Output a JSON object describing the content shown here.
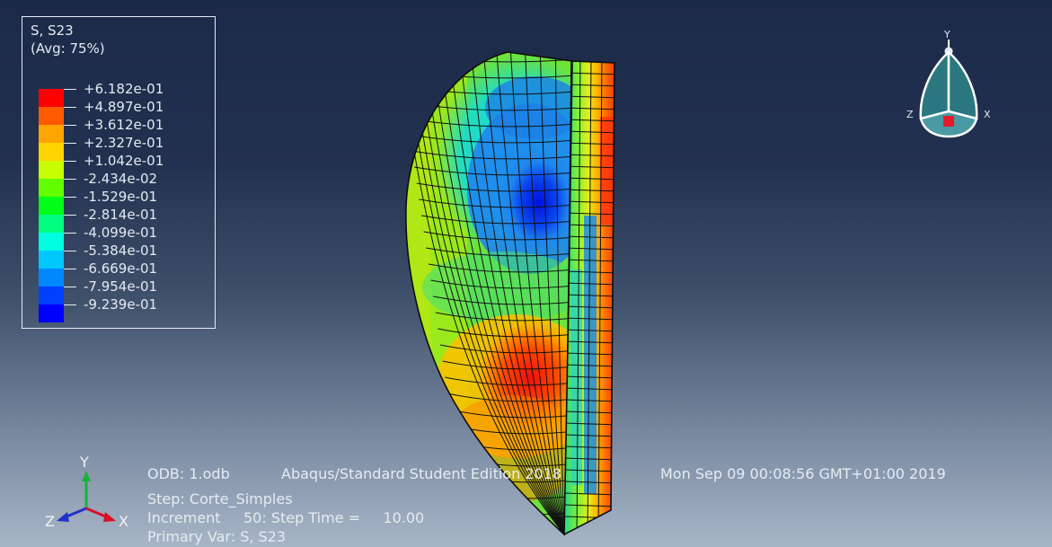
{
  "legend": {
    "variable": "S, S23",
    "averaging": "(Avg: 75%)",
    "values": [
      "+6.182e-01",
      "+4.897e-01",
      "+3.612e-01",
      "+2.327e-01",
      "+1.042e-01",
      "-2.434e-02",
      "-1.529e-01",
      "-2.814e-01",
      "-4.099e-01",
      "-5.384e-01",
      "-6.669e-01",
      "-7.954e-01",
      "-9.239e-01"
    ],
    "colors": [
      "#ff0000",
      "#ff5a00",
      "#ffa500",
      "#ffd400",
      "#c8ff00",
      "#63ff00",
      "#00ff1a",
      "#00ff80",
      "#00ffe0",
      "#00c8ff",
      "#0088ff",
      "#0040ff",
      "#0000ff"
    ]
  },
  "triad": {
    "y_label": "Y",
    "z_label": "Z",
    "x_label": "X"
  },
  "mini_triad": {
    "y_label": "Y",
    "z_label": "Z",
    "x_label": "X"
  },
  "info": {
    "odb": "ODB: 1.odb",
    "solver": "Abaqus/Standard Student Edition 2018",
    "datetime": "Mon Sep 09 00:08:56 GMT+01:00 2019",
    "step": "Step: Corte_Simples",
    "increment": "Increment     50: Step Time =     10.00",
    "primary_var": "Primary Var: S, S23"
  },
  "colors": {
    "background_top": "#1b2a48",
    "background_bottom": "#a7b5c6",
    "mesh_line": "#111111"
  }
}
